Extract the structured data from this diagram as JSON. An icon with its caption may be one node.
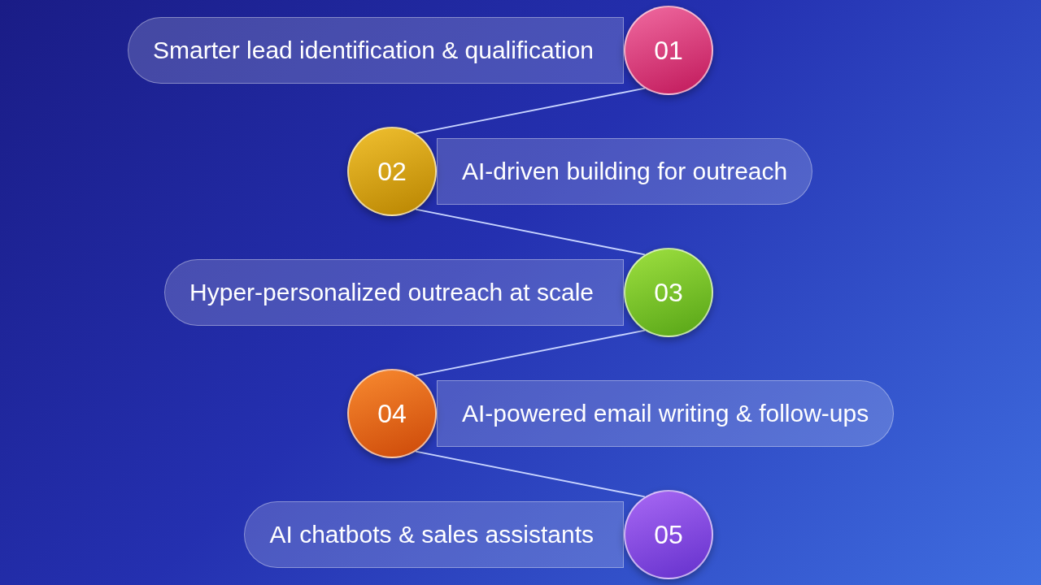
{
  "diagram": {
    "nodes": [
      {
        "text": [
          "Smarter lead identification & qualification"
        ]
      },
      {
        "text": [
          "01"
        ]
      },
      {
        "text": [
          "02"
        ]
      },
      {
        "text": [
          "AI-driven building for outreach"
        ]
      },
      {
        "text": [
          "Hyper-personalized outreach at scale"
        ]
      },
      {
        "text": [
          "03"
        ]
      },
      {
        "text": [
          "04"
        ]
      },
      {
        "text": [
          "AI-powered email writing & follow-ups"
        ]
      },
      {
        "text": [
          "AI chatbots & sales assistants"
        ]
      },
      {
        "text": [
          "05"
        ]
      }
    ],
    "edges": [
      {
        "from": 1,
        "to": 2,
        "arrow": "none"
      },
      {
        "from": 2,
        "to": 5,
        "arrow": "none"
      },
      {
        "from": 5,
        "to": 6,
        "arrow": "none"
      },
      {
        "from": 6,
        "to": 9,
        "arrow": "none"
      }
    ]
  }
}
